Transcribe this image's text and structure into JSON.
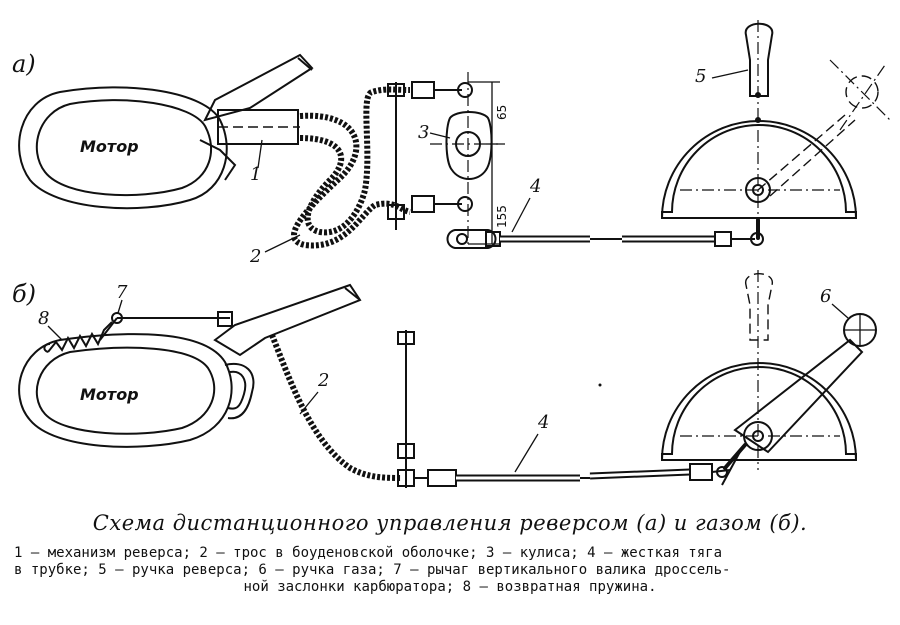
{
  "figure": {
    "panel_labels": {
      "a": "а)",
      "b": "б)"
    },
    "motor_label": "Мотор",
    "dimensions": {
      "upper": "65",
      "lower": "155"
    },
    "part_numbers": {
      "reverse_mechanism": "1",
      "cable": "2",
      "link": "3",
      "rod": "4",
      "reverse_handle": "5",
      "throttle_handle": "6",
      "lever": "7",
      "spring": "8"
    }
  },
  "caption": {
    "title": "Схема дистанционного управления реверсом (а) и газом (б).",
    "legend_lines": [
      "1 — механизм реверса; 2 — трос в боуденовской оболочке; 3 — кулиса; 4 — жесткая тяга",
      "в трубке; 5 — ручка реверса; 6 — ручка газа; 7 — рычаг вертикального валика дроссель-",
      "ной заслонки карбюратора; 8 — возвратная пружина."
    ]
  }
}
